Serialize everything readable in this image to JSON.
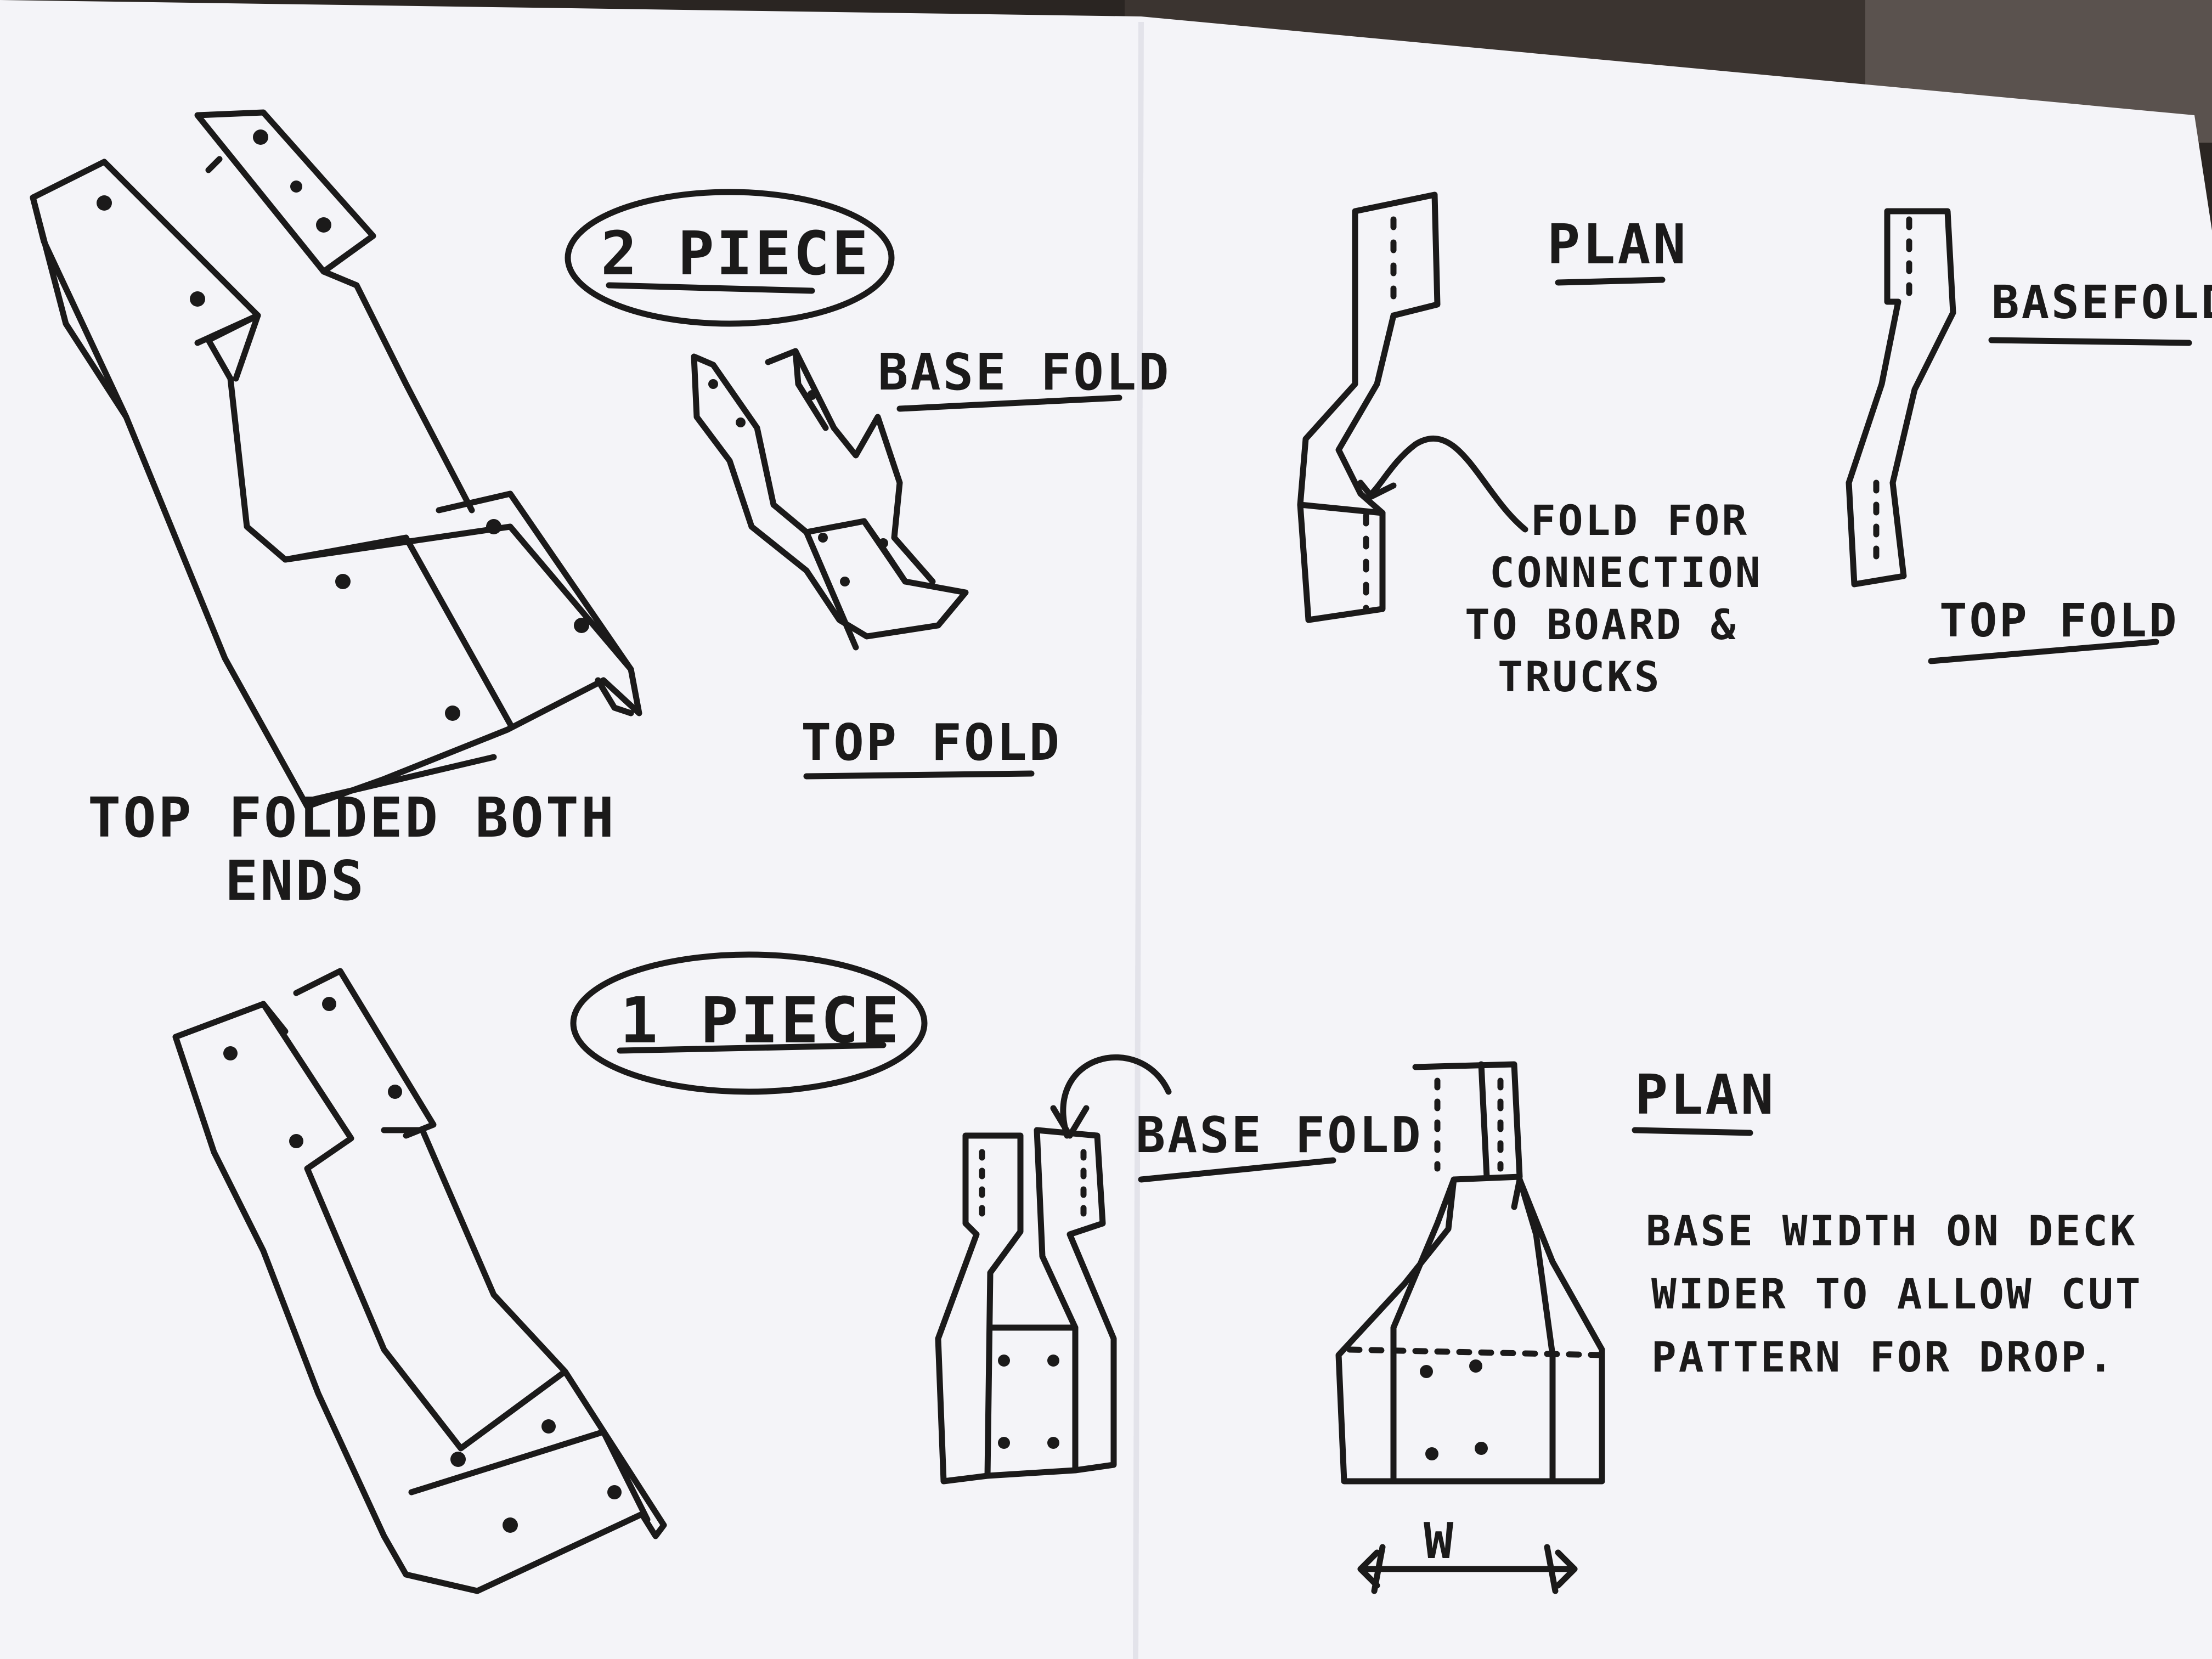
{
  "labels": {
    "two_piece": "2 PIECE",
    "one_piece": "1 PIECE",
    "top_folded_line1": "TOP FOLDED BOTH",
    "top_folded_line2": "ENDS",
    "base_fold_upper": "BASE FOLD",
    "top_fold_upper": "TOP FOLD",
    "plan_upper": "PLAN",
    "fold_note_line1": "FOLD FOR",
    "fold_note_line2": "CONNECTION",
    "fold_note_line3": "TO BOARD &",
    "fold_note_line4": "TRUCKS",
    "base_fold_right": "BASEFOLD",
    "top_fold_right": "TOP FOLD",
    "base_fold_lower": "BASE FOLD",
    "plan_lower": "PLAN",
    "base_note_line1": "BASE WIDTH ON DECK",
    "base_note_line2": "WIDER TO ALLOW CUT",
    "base_note_line3": "PATTERN FOR DROP.",
    "width_marker": "W"
  },
  "colors": {
    "paper": "#f4f4f8",
    "ink": "#1b1a1a",
    "background": "#2a2522"
  },
  "icons": [
    "arrow-icon",
    "curved-arrow-icon",
    "dimension-arrow-icon"
  ]
}
